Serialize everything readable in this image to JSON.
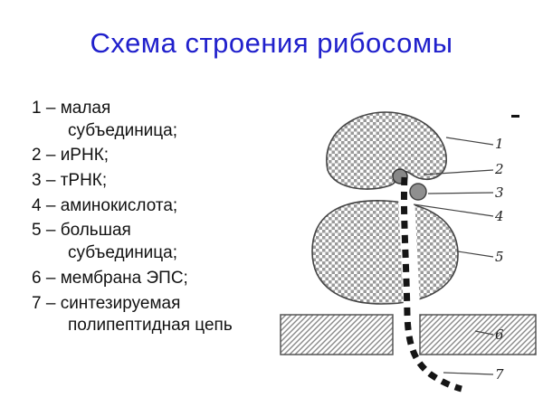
{
  "title": "Схема строения рибосомы",
  "legend": {
    "items": [
      {
        "text": "1 – малая\nсубъединица;"
      },
      {
        "text": "2 – иРНК;"
      },
      {
        "text": "3 – тРНК;"
      },
      {
        "text": "4 – аминокислота;"
      },
      {
        "text": "5 – большая\nсубъединица;"
      },
      {
        "text": "6 – мембрана ЭПС;"
      },
      {
        "text": "7 – синтезируемая\nполипептидная цепь"
      }
    ]
  },
  "diagram": {
    "labels": [
      "1",
      "2",
      "3",
      "4",
      "5",
      "6",
      "7"
    ],
    "parts": {
      "small_subunit": "малая субъединица",
      "mrna": "иРНК",
      "trna": "тРНК",
      "amino_acid": "аминокислота",
      "large_subunit": "большая субъединица",
      "membrane": "мембрана ЭПС",
      "polypeptide_chain": "синтезируемая полипептидная цепь"
    }
  },
  "colors": {
    "title": "#2020cc",
    "text": "#121212",
    "outline": "#444444",
    "texture": "#9a9a9a",
    "chain": "#151515"
  }
}
